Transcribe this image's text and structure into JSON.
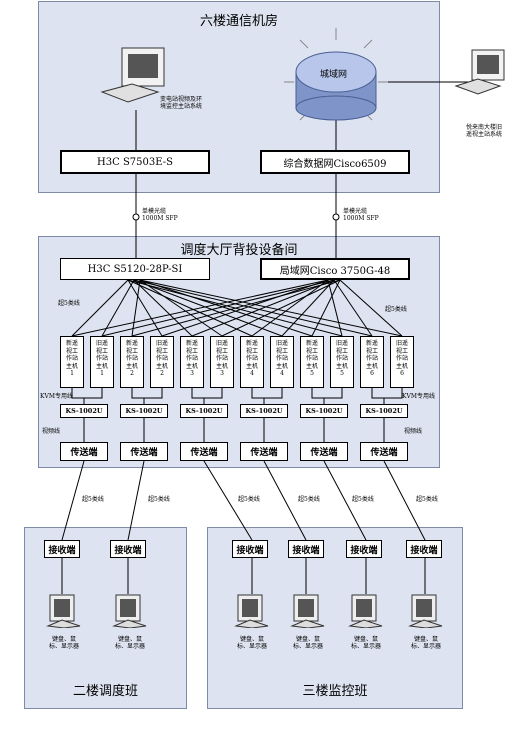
{
  "regions": {
    "top_room": "六楼通信机房",
    "hall": "调度大厅背投设备间",
    "floor2": "二楼调度班",
    "floor3": "三楼监控班"
  },
  "top": {
    "left_pc_label": [
      "变电站视频及环",
      "境监控主站系统"
    ],
    "right_pc_label": [
      "悦来南大楼旧",
      "遥视主站系统"
    ],
    "cloud": "城域网",
    "switch_left": "H3C  S7503E-S",
    "switch_right": "综合数据网Cisco6509"
  },
  "links": {
    "fiber_left": [
      "单模光缆",
      "1000M SFP"
    ],
    "fiber_right": [
      "单模光缆",
      "1000M SFP"
    ]
  },
  "hall": {
    "switch_left": "H3C S5120-28P-SI",
    "switch_right": "局域网Cisco 3750G-48",
    "cat5_left": "超5类线",
    "cat5_right": "超5类线",
    "workstations": [
      [
        "新遥",
        "视工",
        "作站",
        "主机",
        "1"
      ],
      [
        "旧遥",
        "视工",
        "作站",
        "主机",
        "1"
      ],
      [
        "新遥",
        "视工",
        "作站",
        "主机",
        "2"
      ],
      [
        "旧遥",
        "视工",
        "作站",
        "主机",
        "2"
      ],
      [
        "新遥",
        "视工",
        "作站",
        "主机",
        "3"
      ],
      [
        "旧遥",
        "视工",
        "作站",
        "主机",
        "3"
      ],
      [
        "新遥",
        "视工",
        "作站",
        "主机",
        "4"
      ],
      [
        "旧遥",
        "视工",
        "作站",
        "主机",
        "4"
      ],
      [
        "新遥",
        "视工",
        "作站",
        "主机",
        "5"
      ],
      [
        "旧遥",
        "视工",
        "作站",
        "主机",
        "5"
      ],
      [
        "新遥",
        "视工",
        "作站",
        "主机",
        "6"
      ],
      [
        "旧遥",
        "视工",
        "作站",
        "主机",
        "6"
      ]
    ],
    "kvm_line_left": "KVM专用线",
    "kvm_line_right": "KVM专用线",
    "kvm_label": "KS-1002U",
    "video_line_left": "视频线",
    "video_line_right": "视频线",
    "sender": "传送端"
  },
  "bottom": {
    "cat5": "超5类线",
    "receiver": "接收端",
    "terminal_label": [
      "键盘、鼠",
      "标、显示器"
    ]
  }
}
